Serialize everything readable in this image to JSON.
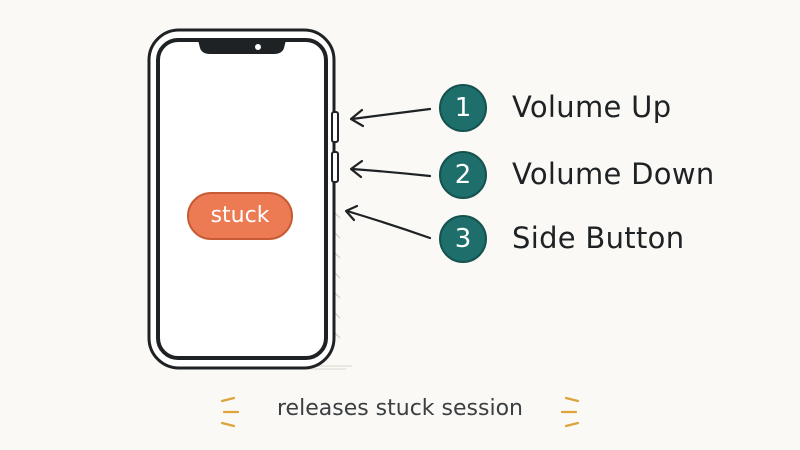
{
  "colors": {
    "background": "#fbf9f6",
    "ink": "#1e2224",
    "badge": "#1e6f6b",
    "pill": "#ec7b53",
    "spark": "#e0a23a"
  },
  "phone": {
    "status_label": "stuck"
  },
  "steps": [
    {
      "number": "1",
      "label": "Volume Up",
      "icon": "arrow-left-icon"
    },
    {
      "number": "2",
      "label": "Volume Down",
      "icon": "arrow-left-icon"
    },
    {
      "number": "3",
      "label": "Side Button",
      "icon": "arrow-left-icon"
    }
  ],
  "caption": "releases stuck session"
}
